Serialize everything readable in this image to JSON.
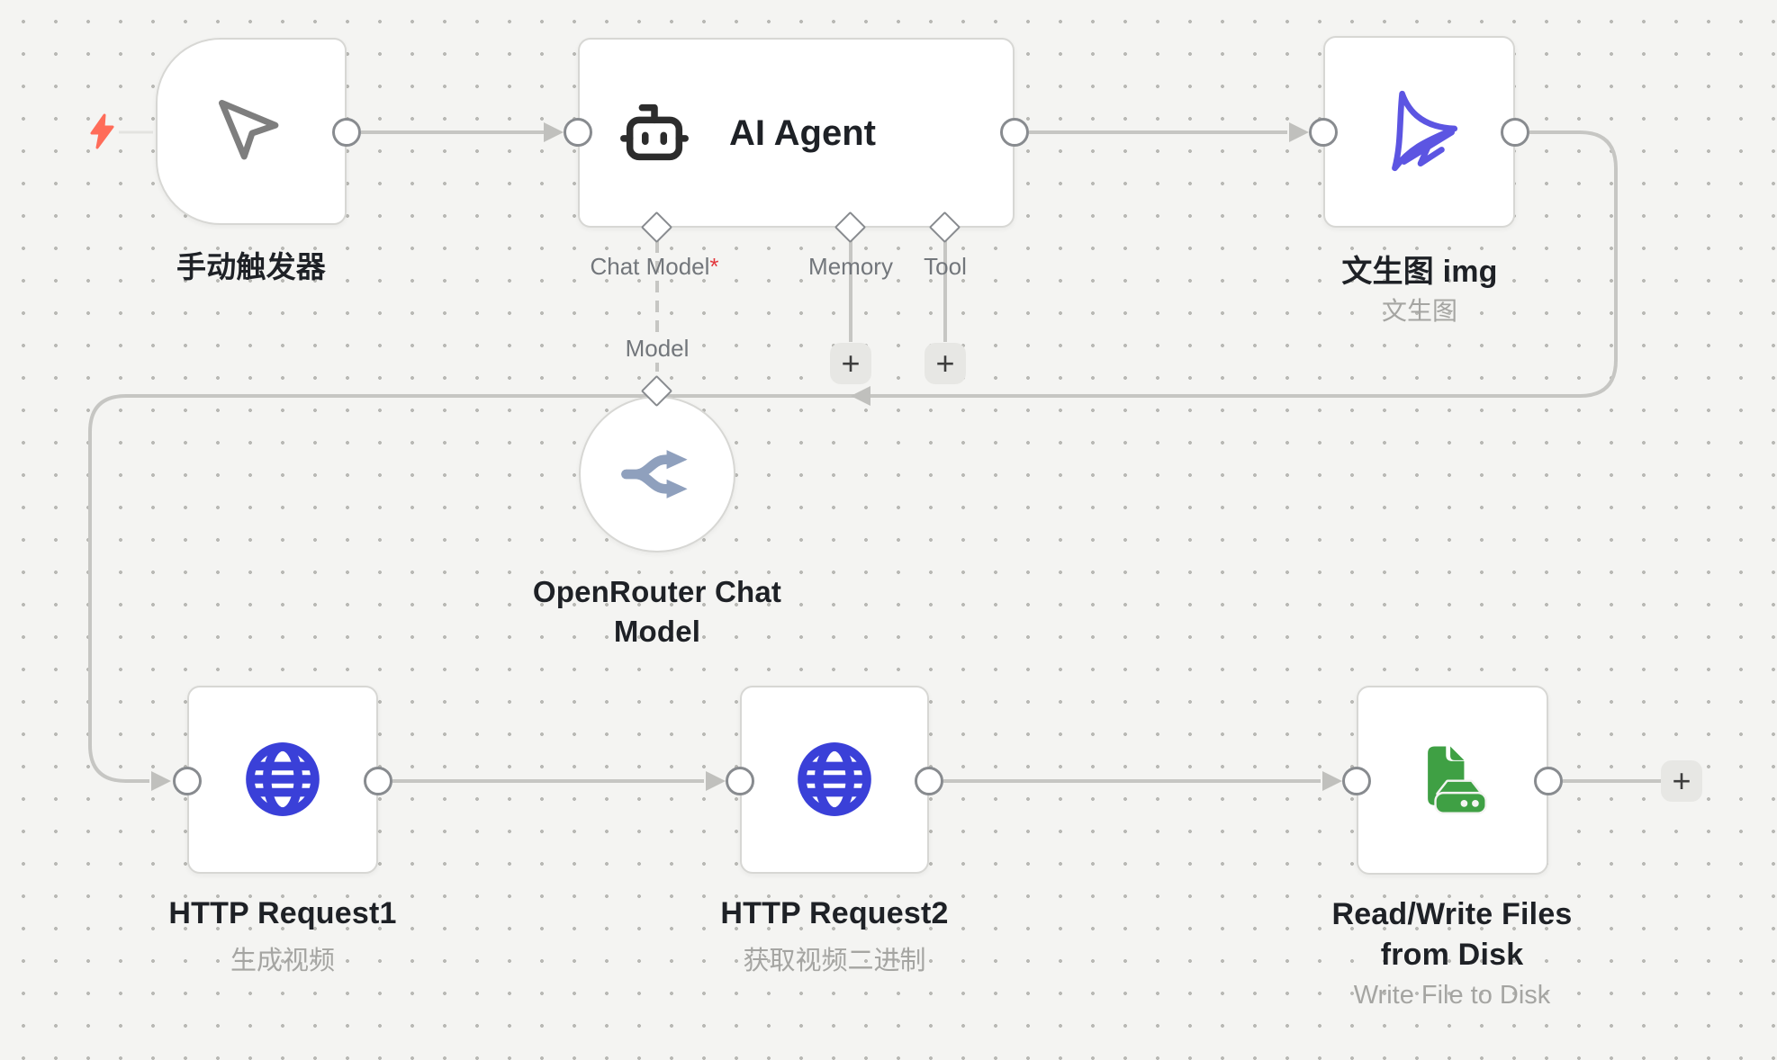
{
  "nodes": {
    "trigger": {
      "title": "手动触发器"
    },
    "ai_agent": {
      "title": "AI Agent",
      "ports": {
        "chat_model": "Chat Model",
        "required_marker": "*",
        "memory": "Memory",
        "tool": "Tool",
        "model": "Model"
      }
    },
    "image_gen": {
      "title": "文生图 img",
      "subtitle": "文生图"
    },
    "openrouter": {
      "title": "OpenRouter Chat Model"
    },
    "http_request_1": {
      "title": "HTTP Request1",
      "subtitle": "生成视频"
    },
    "http_request_2": {
      "title": "HTTP Request2",
      "subtitle": "获取视频二进制"
    },
    "read_write_disk": {
      "title": "Read/Write Files from Disk",
      "subtitle": "Write File to Disk"
    }
  },
  "controls": {
    "add_label": "+"
  },
  "colors": {
    "canvas_bg": "#f4f4f2",
    "wire": "#c6c6c3",
    "trigger_bolt": "#ff6c59",
    "http_blue": "#3a40d8",
    "image_purple": "#5c55e2",
    "openrouter_slate": "#8fa0bd",
    "file_green": "#3fa044",
    "required_red": "#e2373d"
  }
}
